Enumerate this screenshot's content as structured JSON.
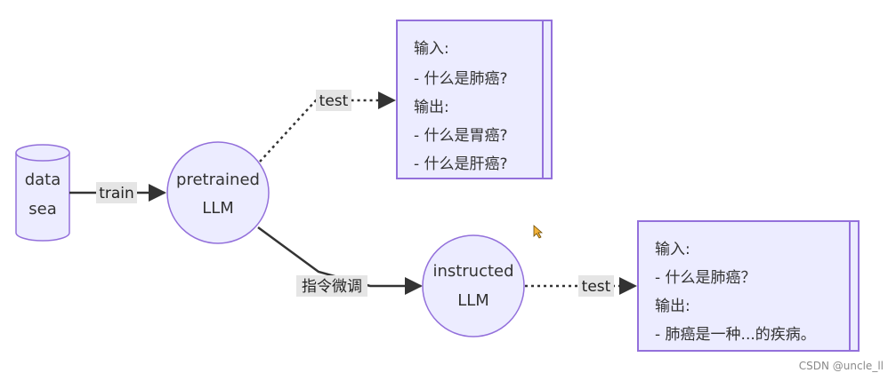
{
  "nodes": {
    "data_sea": {
      "line1": "data",
      "line2": "sea"
    },
    "pretrained_llm": {
      "line1": "pretrained",
      "line2": "LLM"
    },
    "instructed_llm": {
      "line1": "instructed",
      "line2": "LLM"
    }
  },
  "edges": {
    "train": "train",
    "test_top": "test",
    "instruct_tune": "指令微调",
    "test_bottom": "test"
  },
  "notes": {
    "top": [
      "输入:",
      "- 什么是肺癌?",
      "输出:",
      "- 什么是胃癌?",
      "- 什么是肝癌?"
    ],
    "bottom": [
      "输入:",
      "- 什么是肺癌？",
      "输出:",
      "- 肺癌是一种...的疾病。"
    ]
  },
  "watermark": "CSDN @uncle_ll",
  "colors": {
    "node_fill": "#ececff",
    "node_stroke": "#9370db",
    "edge": "#333333",
    "label_bg": "#e5e5e5"
  }
}
